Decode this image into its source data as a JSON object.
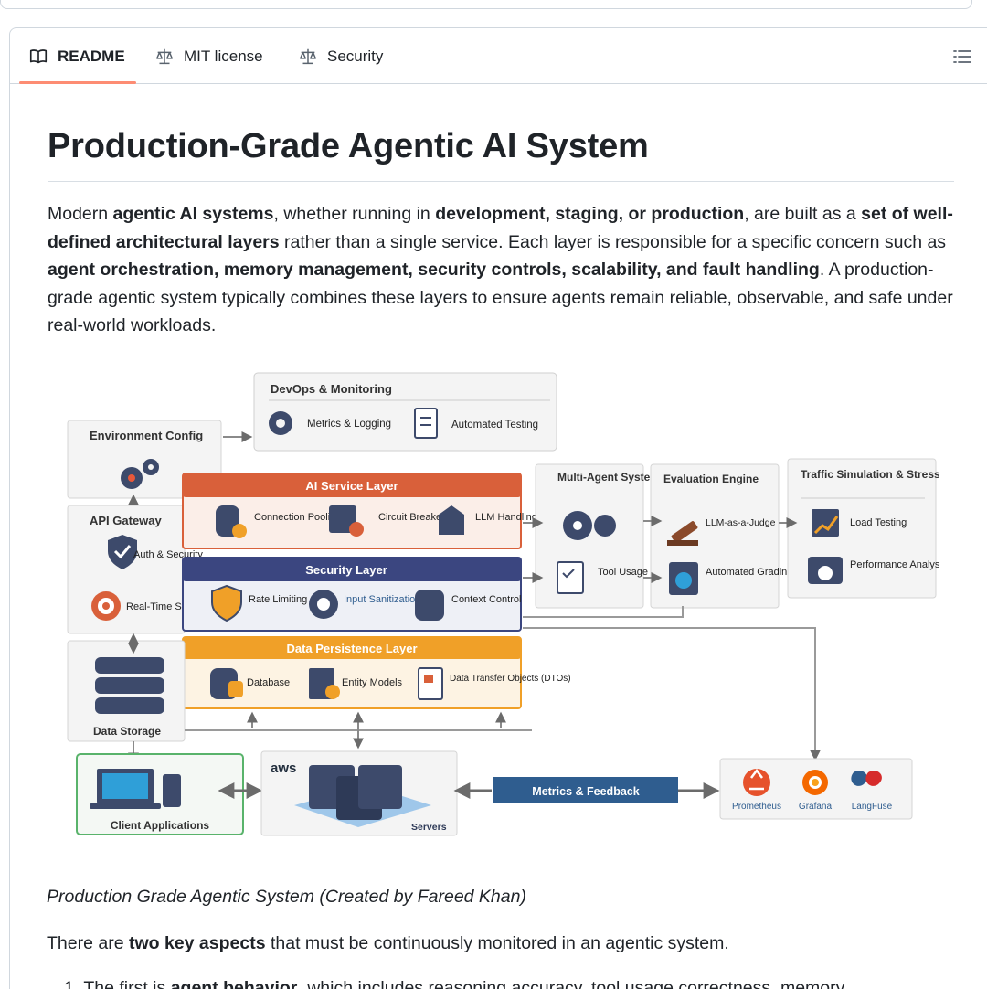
{
  "tabs": [
    {
      "label": "README",
      "icon": "book-icon"
    },
    {
      "label": "MIT license",
      "icon": "scale-icon"
    },
    {
      "label": "Security",
      "icon": "scale-icon"
    }
  ],
  "title": "Production-Grade Agentic AI System",
  "intro": {
    "t1": "Modern ",
    "b1": "agentic AI systems",
    "t2": ", whether running in ",
    "b2": "development, staging, or production",
    "t3": ", are built as a ",
    "b3": "set of well-defined architectural layers",
    "t4": " rather than a single service. Each layer is responsible for a specific concern such as ",
    "b4": "agent orchestration, memory management, security controls, scalability, and fault handling",
    "t5": ". A production-grade agentic system typically combines these layers to ensure agents remain reliable, observable, and safe under real-world workloads."
  },
  "diagram": {
    "devops": {
      "title": "DevOps & Monitoring",
      "items": [
        "Metrics & Logging",
        "Automated Testing"
      ]
    },
    "env_config": "Environment Config",
    "ai_service": {
      "title": "AI Service Layer",
      "items": [
        "Connection Pooling",
        "Circuit Breaker",
        "LLM Handling"
      ]
    },
    "security": {
      "title": "Security Layer",
      "items": [
        "Rate Limiting",
        "Input Sanitization",
        "Context Control"
      ]
    },
    "persistence": {
      "title": "Data Persistence Layer",
      "items": [
        "Database",
        "Entity Models",
        "Data Transfer Objects (DTOs)"
      ]
    },
    "api_gateway": {
      "title": "API Gateway",
      "items": [
        "Auth & Security",
        "Real-Time Streaming"
      ]
    },
    "data_storage": "Data Storage",
    "multi_agent": {
      "title": "Multi-Agent System",
      "items": [
        "Tool Usage"
      ]
    },
    "evaluation": {
      "title": "Evaluation Engine",
      "items": [
        "LLM-as-a-Judge",
        "Automated Grading"
      ]
    },
    "traffic": {
      "title": "Traffic Simulation & Stress Testing",
      "items": [
        "Load Testing",
        "Performance Analysis"
      ]
    },
    "client_apps": "Client Applications",
    "aws": {
      "brand": "aws",
      "label": "Servers"
    },
    "metrics_feedback": "Metrics & Feedback",
    "monitoring_tools": [
      "Prometheus",
      "Grafana",
      "LangFuse"
    ]
  },
  "caption": "Production Grade Agentic System (Created by Fareed Khan)",
  "aspects": {
    "t1": "There are ",
    "b1": "two key aspects",
    "t2": " that must be continuously monitored in an agentic system."
  },
  "list_first": {
    "t1": "1.  The first is ",
    "b1": "agent behavior",
    "t2": ", which includes reasoning accuracy, tool usage correctness, memory"
  },
  "colors": {
    "ai_service": "#d9603a",
    "security": "#3b4680",
    "persistence": "#f0a028",
    "tab_underline": "#fd8c73",
    "metrics_bar": "#2f5d8f"
  }
}
